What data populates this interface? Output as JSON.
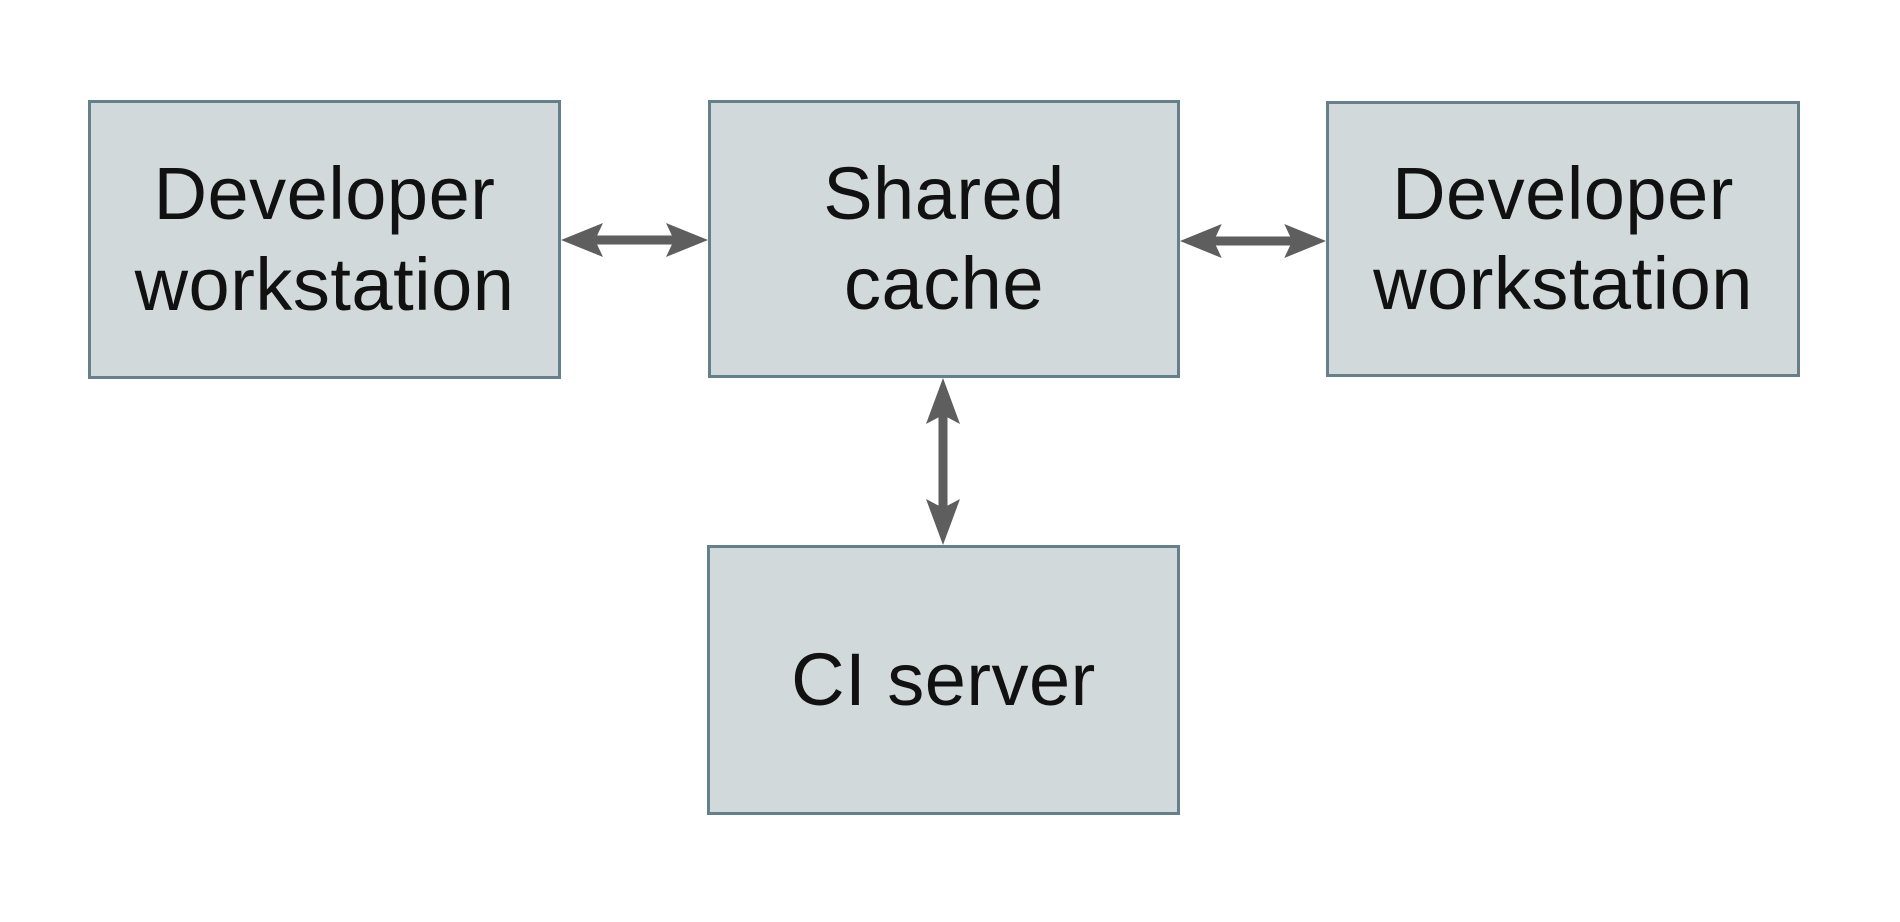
{
  "diagram": {
    "type": "architecture-diagram",
    "background_color": "#ffffff",
    "nodes": [
      {
        "id": "dev-workstation-left",
        "label": "Developer\nworkstation",
        "fill": "#d2d9da",
        "border_color": "#65808b",
        "text_color": "#111111"
      },
      {
        "id": "shared-cache",
        "label": "Shared\ncache",
        "fill": "#d2d9da",
        "border_color": "#65808b",
        "text_color": "#111111"
      },
      {
        "id": "dev-workstation-right",
        "label": "Developer\nworkstation",
        "fill": "#d2d9da",
        "border_color": "#65808b",
        "text_color": "#111111"
      },
      {
        "id": "ci-server",
        "label": "CI server",
        "fill": "#d2d9da",
        "border_color": "#65808b",
        "text_color": "#111111"
      }
    ],
    "edges": [
      {
        "from": "dev-workstation-left",
        "to": "shared-cache",
        "direction": "bidirectional",
        "color": "#5e5e5e"
      },
      {
        "from": "shared-cache",
        "to": "dev-workstation-right",
        "direction": "bidirectional",
        "color": "#5e5e5e"
      },
      {
        "from": "shared-cache",
        "to": "ci-server",
        "direction": "bidirectional",
        "color": "#5e5e5e"
      }
    ]
  }
}
